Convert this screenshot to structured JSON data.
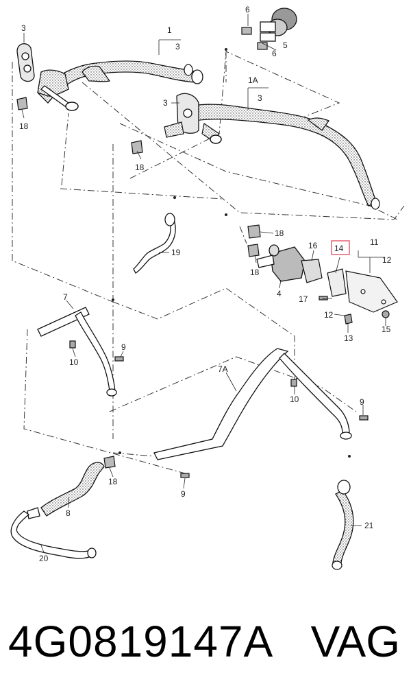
{
  "diagram": {
    "labels": {
      "l3a": "3",
      "l1": "1",
      "l3b": "3",
      "l6a": "6",
      "l5": "5",
      "l6b": "6",
      "l18a": "18",
      "l1A": "1A",
      "l3c": "3",
      "l3d": "3",
      "l18b": "18",
      "l18c": "18",
      "l16": "16",
      "l14": "14",
      "l11": "11",
      "l19": "19",
      "l18d": "18",
      "l12a": "12",
      "l4": "4",
      "l17": "17",
      "l12b": "12",
      "l13": "13",
      "l15": "15",
      "l7": "7",
      "l9a": "9",
      "l10a": "10",
      "l7A": "7A",
      "l10b": "10",
      "l9b": "9",
      "l18e": "18",
      "l9c": "9",
      "l8": "8",
      "l21": "21",
      "l20": "20"
    },
    "highlight_color": "#e0566a"
  },
  "caption": {
    "part_number": "4G0819147A",
    "brand": "VAG"
  }
}
